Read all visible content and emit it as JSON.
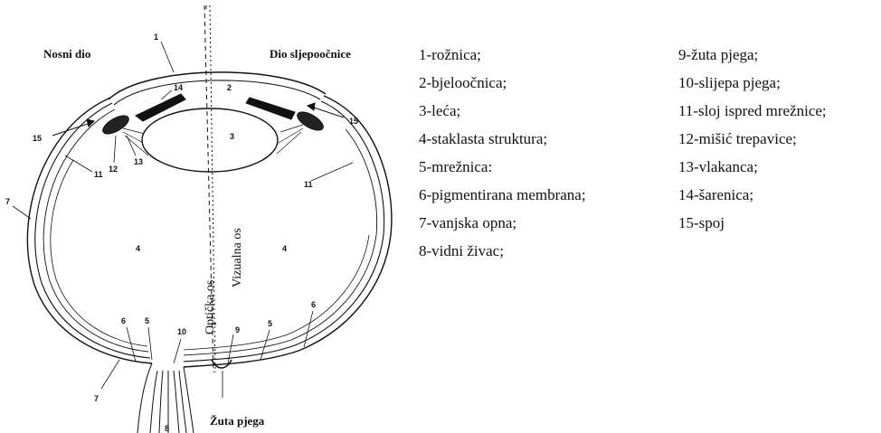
{
  "diagram": {
    "header_left": "Nosni dio",
    "header_right": "Dio sljepoočnice",
    "axis_optical": "Optička os",
    "axis_visual": "Vizualna os",
    "bottom_label": "Žuta pjega",
    "part_numbers": [
      "1",
      "2",
      "3",
      "4",
      "5",
      "6",
      "7",
      "8",
      "9",
      "10",
      "11",
      "12",
      "13",
      "14",
      "15"
    ]
  },
  "legend": {
    "left": [
      "1-rožnica;",
      "2-bjeloočnica;",
      "3-leća;",
      "4-staklasta struktura;",
      "5-mrežnica:",
      "6-pigmentirana membrana;",
      "7-vanjska opna;",
      "8-vidni živac;"
    ],
    "right": [
      "9-žuta pjega;",
      "10-slijepa pjega;",
      "11-sloj ispred mrežnice;",
      "12-mišić trepavice;",
      "13-vlakanca;",
      "14-šarenica;",
      "15-spoj"
    ]
  }
}
